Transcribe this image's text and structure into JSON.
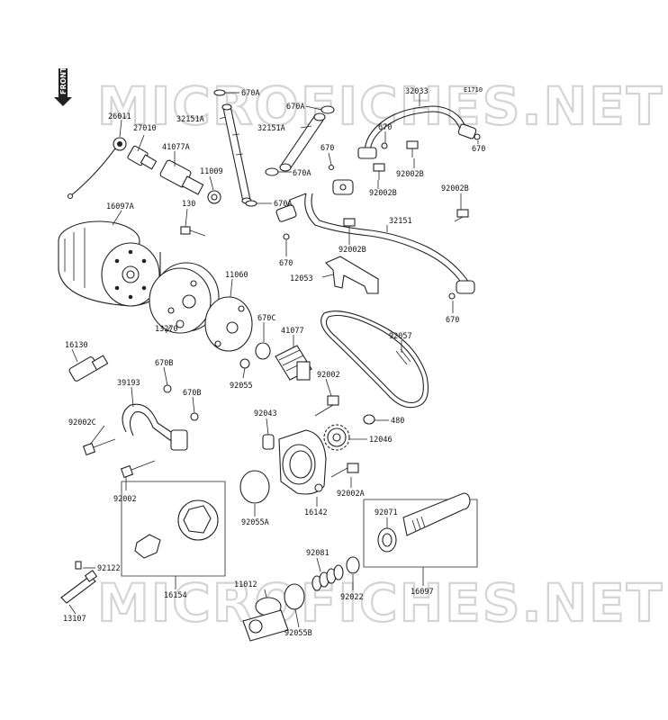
{
  "diagram": {
    "code": "E1710",
    "front_label": "FRONT",
    "watermark_top": "MICROFICHES.NET",
    "watermark_bottom": "MICROFICHES.NET"
  },
  "labels": {
    "l670a_1": "670A",
    "l670a_2": "670A",
    "l670a_3": "670A",
    "l670a_4": "670A",
    "l32033": "32033",
    "l26011": "26011",
    "l27010": "27010",
    "l32151a_1": "32151A",
    "l32151a_2": "32151A",
    "l670_1": "670",
    "l670_2": "670",
    "l670_3": "670",
    "l670_4": "670",
    "l670_5": "670",
    "l41077a": "41077A",
    "l11009": "11009",
    "l92002b_1": "92002B",
    "l92002b_2": "92002B",
    "l92002b_3": "92002B",
    "l92002b_4": "92002B",
    "l16097a": "16097A",
    "l130": "130",
    "l32151": "32151",
    "l11060": "11060",
    "l12053": "12053",
    "l670c": "670C",
    "l41077": "41077",
    "l92057": "92057",
    "l16130": "16130",
    "l13270": "13270",
    "l670b_1": "670B",
    "l670b_2": "670B",
    "l39193": "39193",
    "l92055": "92055",
    "l92002": "92002",
    "l92043": "92043",
    "l480": "480",
    "l92002c": "92002C",
    "l12046": "12046",
    "l92002_2": "92002",
    "l92002a": "92002A",
    "l92055a": "92055A",
    "l16142": "16142",
    "l92071": "92071",
    "l92081": "92081",
    "l92122": "92122",
    "l16154": "16154",
    "l11012": "11012",
    "l92022": "92022",
    "l16097": "16097",
    "l13107": "13107",
    "l92055b": "92055B"
  }
}
